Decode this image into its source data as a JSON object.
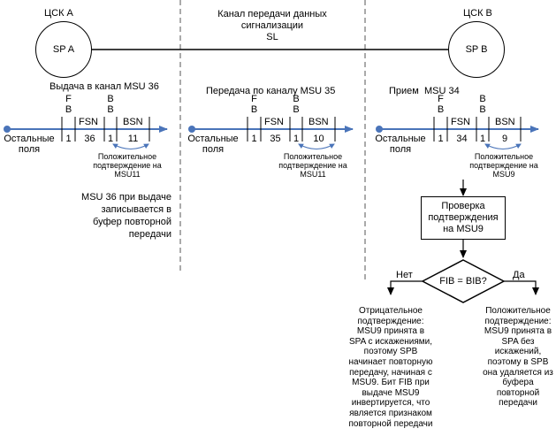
{
  "top": {
    "station_a": "ЦСК А",
    "station_b": "ЦСК В",
    "sp_a": "SP A",
    "sp_b": "SP B",
    "channel_lines": [
      "Канал передачи данных",
      "сигнализации",
      "SL"
    ]
  },
  "panels": [
    {
      "title": "Выдача в канал MSU 36",
      "other_fields": [
        "Остальные",
        "поля"
      ],
      "bit_f": [
        "F",
        "B"
      ],
      "bit_b": [
        "B",
        "B"
      ],
      "fsn_label": "FSN",
      "bsn_label": "BSN",
      "fib": "1",
      "fsn": "36",
      "bib": "1",
      "bsn": "11",
      "ack_note": [
        "Положительное",
        "подтверждение на",
        "MSU11"
      ]
    },
    {
      "title": "Передача по каналу MSU 35",
      "other_fields": [
        "Остальные",
        "поля"
      ],
      "bit_f": [
        "F",
        "B"
      ],
      "bit_b": [
        "B",
        "B"
      ],
      "fsn_label": "FSN",
      "bsn_label": "BSN",
      "fib": "1",
      "fsn": "35",
      "bib": "1",
      "bsn": "10",
      "ack_note": [
        "Положительное",
        "подтверждение на",
        "MSU11"
      ]
    },
    {
      "title": "Прием  MSU 34",
      "other_fields": [
        "Остальные",
        "поля"
      ],
      "bit_f": [
        "F",
        "B"
      ],
      "bit_b": [
        "B",
        "B"
      ],
      "fsn_label": "FSN",
      "bsn_label": "BSN",
      "fib": "1",
      "fsn": "34",
      "bib": "1",
      "bsn": "9",
      "ack_note": [
        "Положительное",
        "подтверждение на",
        "MSU9"
      ]
    }
  ],
  "buffer_note": [
    "MSU 36 при выдаче",
    "записывается в",
    "буфер повторной",
    "передачи"
  ],
  "flow": {
    "check_box": [
      "Проверка",
      "подтверждения",
      "на MSU9"
    ],
    "decision": "FIB = BIB?",
    "no_label": "Нет",
    "yes_label": "Да",
    "negative_note": [
      "Отрицательное",
      "подтверждение:",
      "MSU9 принята в",
      "SPA с искажениями,",
      "поэтому SPB",
      "начинает повторную",
      "передачу, начиная с",
      "MSU9. Бит FIB при",
      "выдаче MSU9",
      "инвертируется, что",
      "является признаком",
      "повторной передачи"
    ],
    "positive_note": [
      "Положительное",
      "подтверждение:",
      "MSU9 принята в",
      "SPA без",
      "искажений,",
      "поэтому  в SPB",
      "она удаляется из",
      "буфера",
      "повторной",
      "передачи"
    ]
  },
  "colors": {
    "arrow": "#4a74b9",
    "line": "#000000",
    "divider": "#555555"
  }
}
